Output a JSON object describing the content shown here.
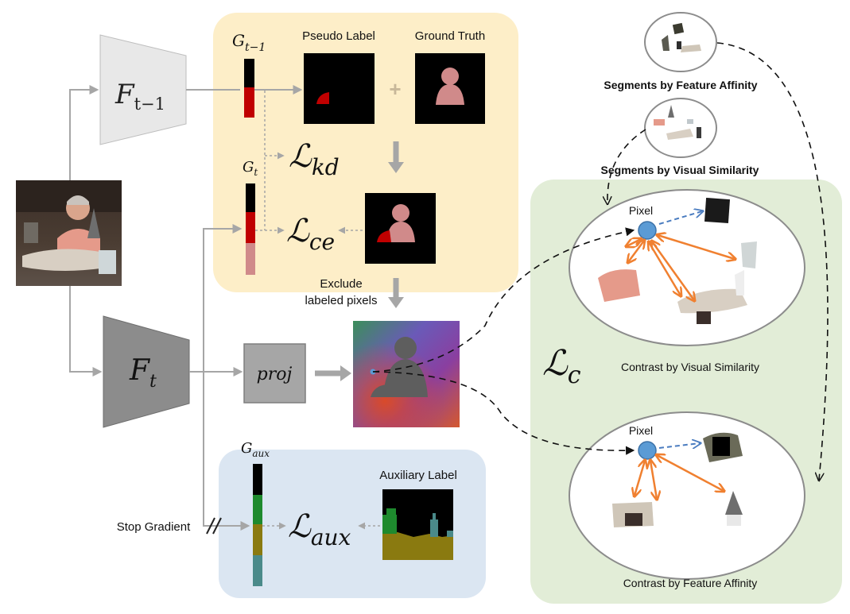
{
  "diagram": {
    "encoders": {
      "prev": {
        "base": "F",
        "sub": "t−1"
      },
      "curr": {
        "base": "F",
        "sub": "t"
      },
      "proj": "proj"
    },
    "vectors": {
      "g_prev": {
        "base": "G",
        "sub": "t−1"
      },
      "g_curr": {
        "base": "G",
        "sub": "t"
      },
      "g_aux": {
        "base": "G",
        "sub": "aux"
      }
    },
    "losses": {
      "kd": {
        "base": "ℒ",
        "sub": "kd"
      },
      "ce": {
        "base": "ℒ",
        "sub": "ce"
      },
      "aux": {
        "base": "ℒ",
        "sub": "aux"
      },
      "c": {
        "base": "ℒ",
        "sub": "c"
      }
    },
    "labels": {
      "pseudo_label": "Pseudo Label",
      "ground_truth": "Ground Truth",
      "plus": "+",
      "exclude_line1": "Exclude",
      "exclude_line2": "labeled pixels",
      "auxiliary_label": "Auxiliary Label",
      "stop_gradient": "Stop Gradient",
      "segments_feature_affinity": "Segments by Feature Affinity",
      "segments_visual_similarity": "Segments by Visual Similarity",
      "pixel_top": "Pixel",
      "pixel_bottom": "Pixel",
      "contrast_visual_similarity": "Contrast by Visual Similarity",
      "contrast_feature_affinity": "Contrast by Feature Affinity"
    },
    "colors": {
      "yellow_panel": "#fdeec8",
      "blue_panel": "#dbe6f2",
      "green_panel": "#e2edd7",
      "pseudo_red": "#c00000",
      "gt_pink": "#d08a8a",
      "aux_green": "#1e8a2e",
      "aux_olive": "#8a7a10",
      "aux_teal": "#4a8a8a",
      "orange_arrow": "#f08030",
      "blue_pixel": "#5b9bd5",
      "encoder_light": "#e8e8e8",
      "encoder_dark": "#8c8c8c"
    }
  }
}
